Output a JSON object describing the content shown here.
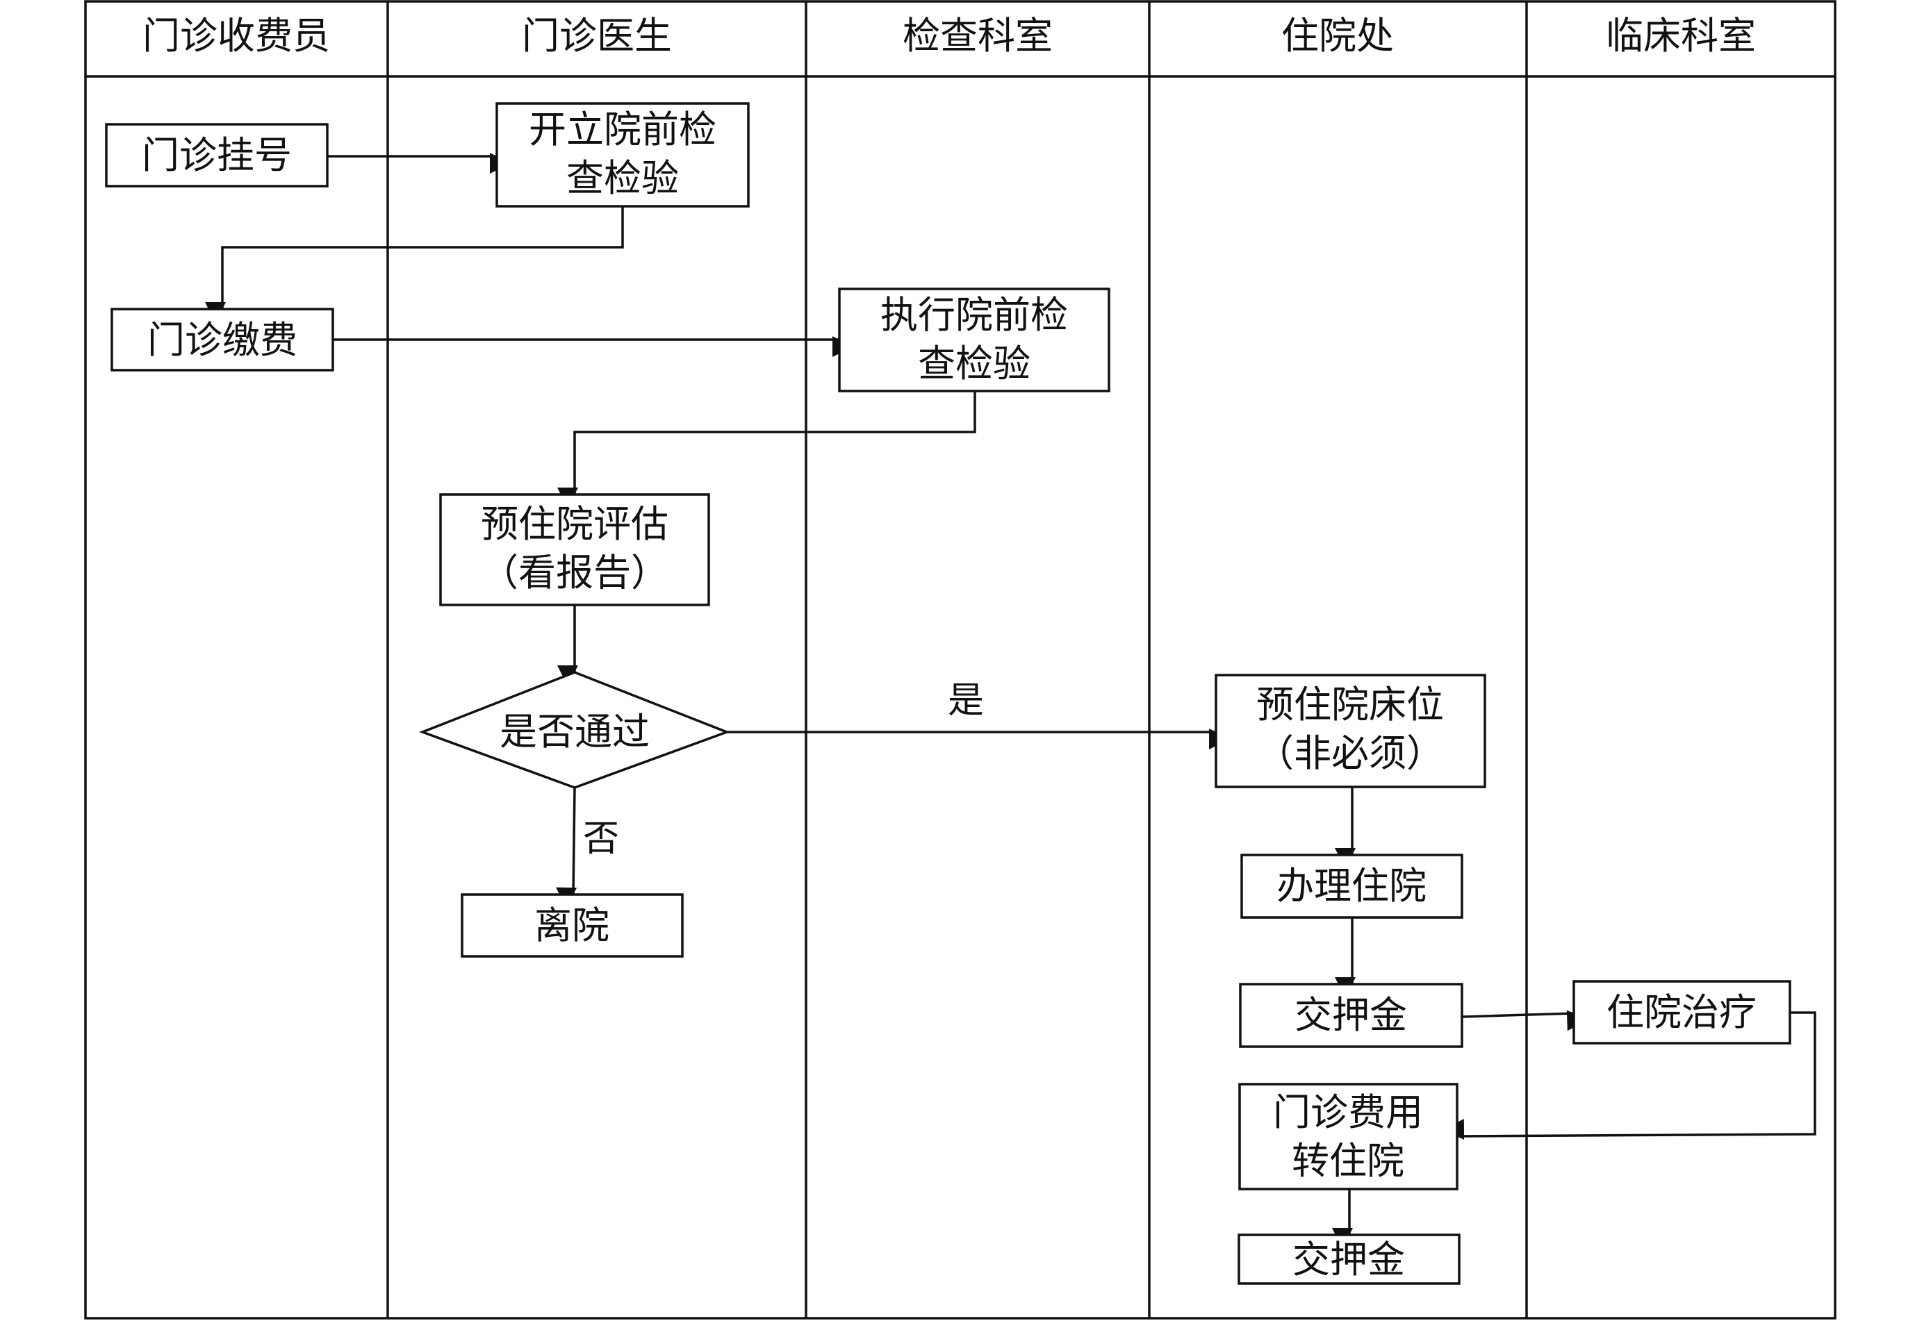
{
  "lanes": [
    {
      "title": "门诊收费员"
    },
    {
      "title": "门诊医生"
    },
    {
      "title": "检查科室"
    },
    {
      "title": "住院处"
    },
    {
      "title": "临床科室"
    }
  ],
  "nodes": {
    "registration": {
      "lines": [
        "门诊挂号"
      ]
    },
    "order_exam": {
      "lines": [
        "开立院前检",
        "查检验"
      ]
    },
    "payment": {
      "lines": [
        "门诊缴费"
      ]
    },
    "perform_exam": {
      "lines": [
        "执行院前检",
        "查检验"
      ]
    },
    "pre_assess": {
      "lines": [
        "预住院评估",
        "（看报告）"
      ]
    },
    "pass_decision": {
      "lines": [
        "是否通过"
      ]
    },
    "discharge": {
      "lines": [
        "离院"
      ]
    },
    "pre_bed": {
      "lines": [
        "预住院床位",
        "（非必须）"
      ]
    },
    "admission": {
      "lines": [
        "办理住院"
      ]
    },
    "deposit_1": {
      "lines": [
        "交押金"
      ]
    },
    "treatment": {
      "lines": [
        "住院治疗"
      ]
    },
    "transfer_fees": {
      "lines": [
        "门诊费用",
        "转住院"
      ]
    },
    "deposit_2": {
      "lines": [
        "交押金"
      ]
    }
  },
  "edge_labels": {
    "yes": "是",
    "no": "否"
  }
}
